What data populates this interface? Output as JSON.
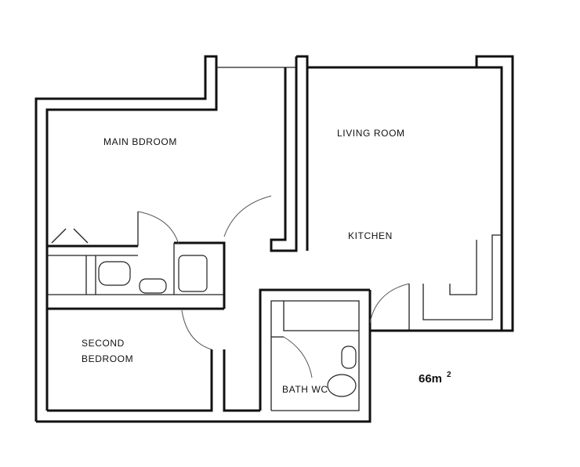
{
  "rooms": {
    "main_bedroom": "MAIN BDROOM",
    "living_room": "LIVING ROOM",
    "kitchen": "KITCHEN",
    "second_bedroom_line1": "SECOND",
    "second_bedroom_line2": "BEDROOM",
    "bath_wc": "BATH WC"
  },
  "area": {
    "value": "66m",
    "unit_superscript": "2"
  }
}
